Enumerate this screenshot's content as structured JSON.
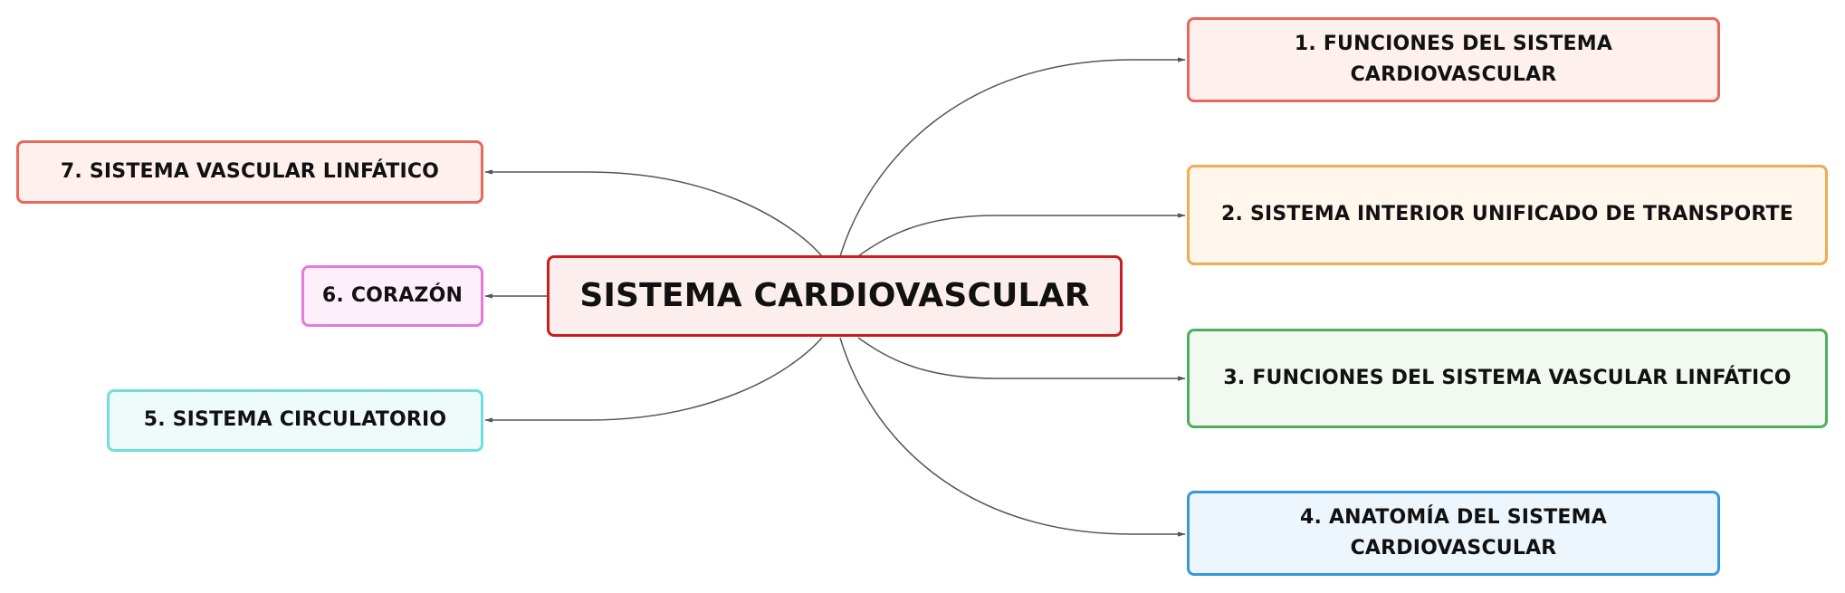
{
  "diagram": {
    "central_topic": "SISTEMA CARDIOVASCULAR",
    "branches": [
      {
        "label": "1. FUNCIONES DEL SISTEMA CARDIOVASCULAR",
        "side": "right",
        "color": "#e8685e"
      },
      {
        "label": "2. SISTEMA INTERIOR UNIFICADO DE TRANSPORTE",
        "side": "right",
        "color": "#f2aa55"
      },
      {
        "label": "3. FUNCIONES DEL SISTEMA VASCULAR LINFÁTICO",
        "side": "right",
        "color": "#4fae5c"
      },
      {
        "label": "4. ANATOMÍA DEL SISTEMA CARDIOVASCULAR",
        "side": "right",
        "color": "#3598dc"
      },
      {
        "label": "5. SISTEMA CIRCULATORIO",
        "side": "left",
        "color": "#6fdedc"
      },
      {
        "label": "6. CORAZÓN",
        "side": "left",
        "color": "#e57ad8"
      },
      {
        "label": "7. SISTEMA VASCULAR LINFÁTICO",
        "side": "left",
        "color": "#e8685e"
      }
    ],
    "center_color": "#c81e1e",
    "connector_color": "#555555"
  }
}
